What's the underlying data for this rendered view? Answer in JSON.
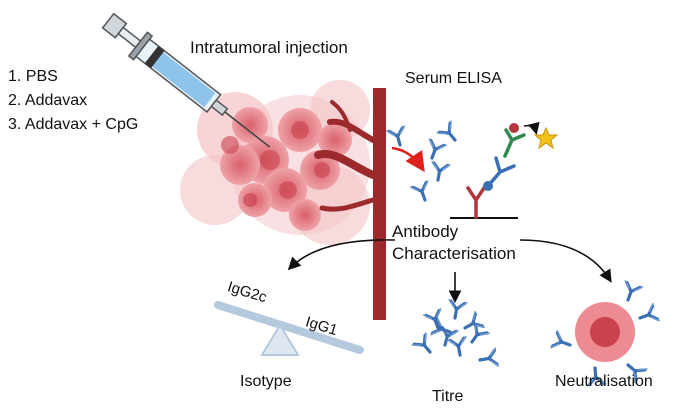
{
  "treatments": [
    "1. PBS",
    "2. Addavax",
    "3. Addavax + CpG"
  ],
  "injection_label": "Intratumoral injection",
  "elisa_label": "Serum ELISA",
  "characterisation_label": [
    "Antibody",
    "Characterisation"
  ],
  "outcomes": {
    "isotype": "Isotype",
    "titre": "Titre",
    "neutralisation": "Neutralisation"
  },
  "balance_labels": {
    "left": "IgG2c",
    "right": "IgG1"
  },
  "colors": {
    "tumor": "#e8838a",
    "tumor_light": "#f4c3c6",
    "vessel": "#9c2a2c",
    "antibody": "#3a6fb3",
    "antibody_red": "#b2363c",
    "antibody_green": "#2e8a4e",
    "arrow_red": "#e0201d",
    "star": "#f2c21b"
  },
  "icons": [
    "syringe-icon",
    "tumor-icon",
    "blood-vessel-icon",
    "antibody-icon",
    "balance-scale-icon",
    "star-icon"
  ]
}
